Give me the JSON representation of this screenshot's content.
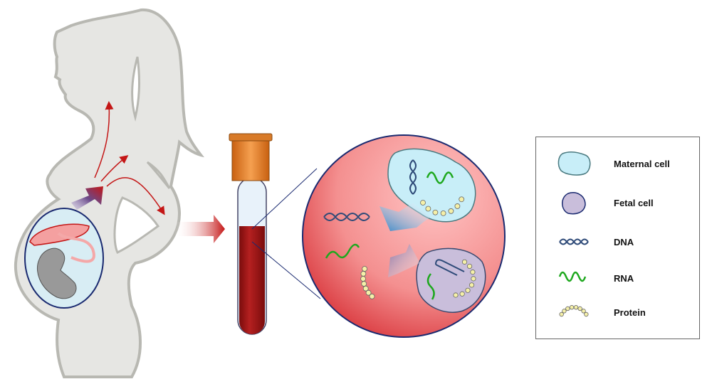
{
  "legend": {
    "items": [
      {
        "label": "Maternal cell",
        "icon": "maternal-cell-icon"
      },
      {
        "label": "Fetal cell",
        "icon": "fetal-cell-icon"
      },
      {
        "label": "DNA",
        "icon": "dna-icon"
      },
      {
        "label": "RNA",
        "icon": "rna-icon"
      },
      {
        "label": "Protein",
        "icon": "protein-icon"
      }
    ]
  },
  "colors": {
    "silhouette": "#e6e6e3",
    "silhouette_edge": "#b8b8b2",
    "blood": "#a01818",
    "maternal_cell": "#bfe9f5",
    "fetal_cell": "#c9bedb",
    "dna": "#2e4a78",
    "rna": "#1ea81e",
    "protein": "#f5f0a8",
    "cap": "#e8842a"
  }
}
